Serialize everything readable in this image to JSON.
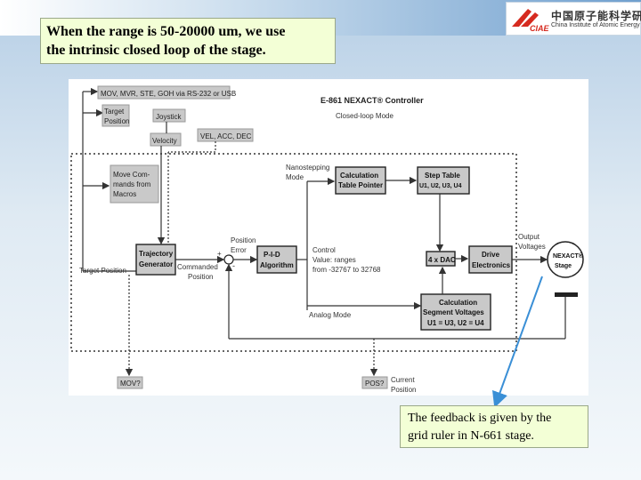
{
  "note_top": {
    "line1": "When the range is 50-20000  um, we use",
    "line2": "the intrinsic closed loop of the stage."
  },
  "note_bottom": {
    "line1": "The feedback is given by the",
    "line2": "grid ruler in N-661 stage."
  },
  "logo": {
    "cn": "中国原子能科学研究院",
    "en": "China Institute of Atomic Energy",
    "mark": "CIAE"
  },
  "diagram": {
    "title": "E-861 NEXACT® Controller",
    "subtitle": "Closed-loop Mode",
    "mov_cmd": "MOV, MVR, STE, GOH via RS-232 or USB",
    "target_pos_box": [
      "Target",
      "Position"
    ],
    "joystick": "Joystick",
    "velocity": "Velocity",
    "vel_acc": "VEL, ACC, DEC",
    "move_cmds": [
      "Move Com-",
      "mands from",
      "Macros"
    ],
    "nanostepping": [
      "Nanostepping",
      "Mode"
    ],
    "calc_table": [
      "Calculation",
      "Table Pointer"
    ],
    "step_table": [
      "Step Table",
      "U1, U2, U3, U4"
    ],
    "output_volt": [
      "Output",
      "Voltages"
    ],
    "traj": [
      "Trajectory",
      "Generator"
    ],
    "target_position": "Target Position",
    "commanded": [
      "Commanded",
      "Position"
    ],
    "pos_error": [
      "Position",
      "Error"
    ],
    "pid": [
      "P-I-D",
      "Algorithm"
    ],
    "control": [
      "Control",
      "Value: ranges",
      "from -32767 to 32768"
    ],
    "dac": "4 x DAC",
    "drive": [
      "Drive",
      "Electronics"
    ],
    "stage": [
      "NEXACT®",
      "Stage"
    ],
    "analog": "Analog Mode",
    "calc_seg": [
      "Calculation",
      "Segment Voltages",
      "U1 = U3, U2 = U4"
    ],
    "mov_q": "MOV?",
    "pos_q": "POS?",
    "current_pos": [
      "Current",
      "Position"
    ],
    "plus": "+",
    "minus": "-"
  }
}
